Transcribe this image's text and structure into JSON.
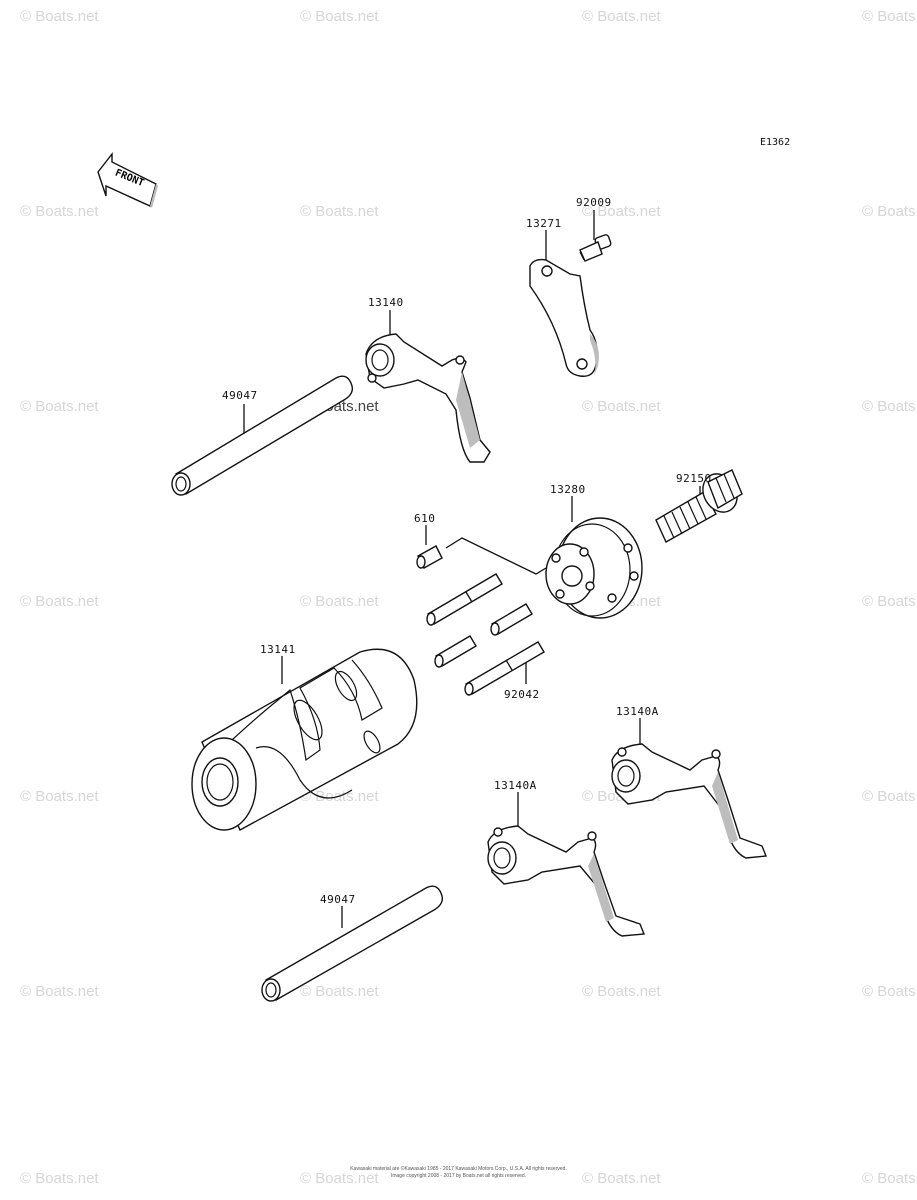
{
  "diagram": {
    "code": "E1362",
    "front_arrow_text": "FRONT",
    "watermark": "© Boats.net",
    "footer_line1": "Kawasaki material are ©Kawasaki 1985 - 2017 Kawasaki Motors Corp., U.S.A. All rights reserved.",
    "footer_line2": "Image copyright 2008 - 2017 by Boats.net all rights reserved.",
    "parts": [
      {
        "number": "92009"
      },
      {
        "number": "13271"
      },
      {
        "number": "13140"
      },
      {
        "number": "49047"
      },
      {
        "number": "92150"
      },
      {
        "number": "13280"
      },
      {
        "number": "610"
      },
      {
        "number": "13141"
      },
      {
        "number": "92042"
      },
      {
        "number": "13140A"
      },
      {
        "number": "13140A"
      },
      {
        "number": "49047"
      }
    ]
  }
}
